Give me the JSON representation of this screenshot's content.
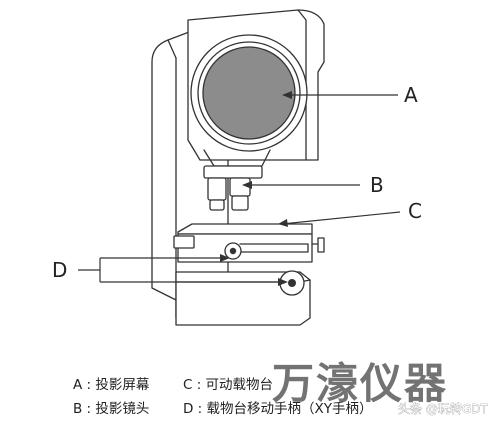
{
  "callouts": {
    "a": "A",
    "b": "B",
    "c": "C",
    "d": "D"
  },
  "legend": {
    "row1_left": "A : 投影屏幕",
    "row1_right": "C : 可动载物台",
    "row2_left": "B : 投影镜头",
    "row2_right": "D : 载物台移动手柄（XY手柄）"
  },
  "brand": "万濠仪器",
  "watermark": "头条 @玩转GDT",
  "colors": {
    "line": "#333333",
    "screen_fill": "#8c8c8c",
    "brand_text": "#555555"
  }
}
